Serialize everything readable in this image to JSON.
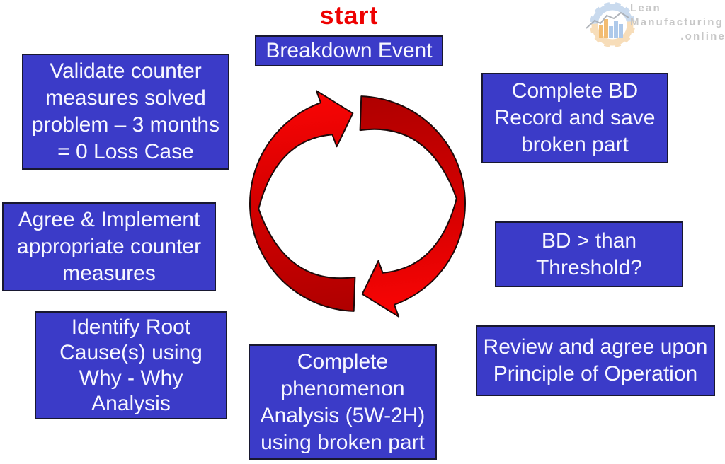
{
  "title": {
    "start_label": "start"
  },
  "logo": {
    "line1": "Lean",
    "line2": "Manufacturing",
    "line3": ".online"
  },
  "colors": {
    "box_fill": "#3b3bc8",
    "box_border": "#181830",
    "box_text": "#f7f7ff",
    "start_red": "#ee0202",
    "arrow_red_bright": "#fb0505",
    "arrow_red_dark": "#ad0000",
    "logo_gray": "#c7c7c7",
    "logo_blue": "#c9daee",
    "logo_peach": "#f7ddb9"
  },
  "diagram": {
    "boxes": [
      {
        "id": "breakdown-event",
        "text": "Breakdown Event"
      },
      {
        "id": "complete-bd-record",
        "text": "Complete BD\nRecord and save\nbroken part"
      },
      {
        "id": "bd-threshold",
        "text": "BD > than\nThreshold?"
      },
      {
        "id": "review-principle",
        "text": "Review and agree upon\nPrinciple of Operation"
      },
      {
        "id": "complete-phenomenon",
        "text": "Complete\nphenomenon\nAnalysis (5W-2H)\nusing broken part"
      },
      {
        "id": "identify-root-cause",
        "text": "Identify Root\nCause(s) using\nWhy - Why\nAnalysis"
      },
      {
        "id": "agree-implement",
        "text": "Agree & Implement\nappropriate counter\nmeasures"
      },
      {
        "id": "validate-counter-measures",
        "text": "Validate counter\nmeasures solved\nproblem – 3 months\n= 0 Loss Case"
      }
    ]
  }
}
